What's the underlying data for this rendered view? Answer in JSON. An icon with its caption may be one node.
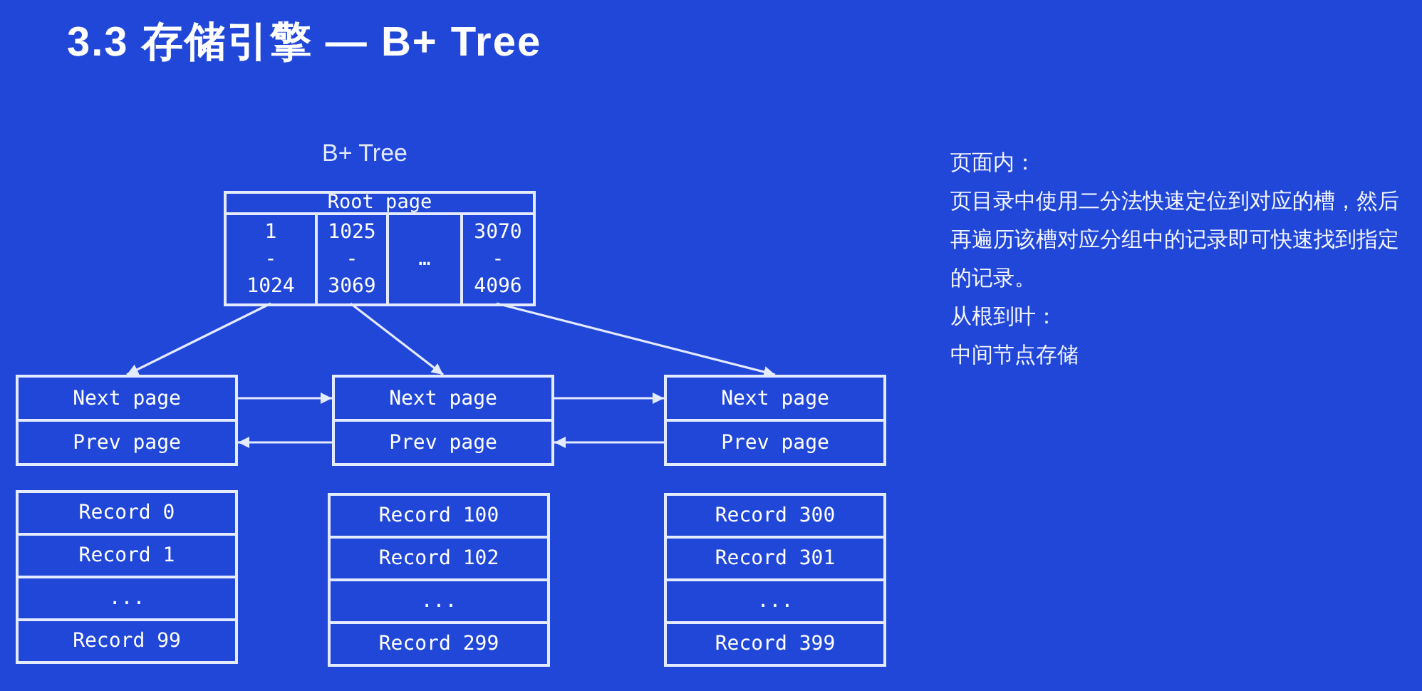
{
  "diagram": {
    "title": "3.3 存储引擎 — B+ Tree",
    "nodes": [
      {
        "text": [
          "Root page"
        ]
      },
      {
        "text": [
          "1",
          "-",
          "1024"
        ],
        "in": 0
      },
      {
        "text": [
          "1025",
          "-",
          "3069"
        ],
        "in": 0
      },
      {
        "text": [
          "…"
        ],
        "in": 0
      },
      {
        "text": [
          "3070",
          "-",
          "4096"
        ],
        "in": 0
      },
      {
        "text": [
          "Next page"
        ]
      },
      {
        "text": [
          "Prev page"
        ]
      },
      {
        "text": [
          "Record 0"
        ]
      },
      {
        "text": [
          "Record 1"
        ]
      },
      {
        "text": [
          "..."
        ]
      },
      {
        "text": [
          "Record 99"
        ]
      },
      {
        "text": [
          "Next page"
        ]
      },
      {
        "text": [
          "Prev page"
        ]
      },
      {
        "text": [
          "Record 100"
        ]
      },
      {
        "text": [
          "Record 102"
        ]
      },
      {
        "text": [
          "..."
        ]
      },
      {
        "text": [
          "Record 299"
        ]
      },
      {
        "text": [
          "Next page"
        ]
      },
      {
        "text": [
          "Prev page"
        ]
      },
      {
        "text": [
          "Record 300"
        ]
      },
      {
        "text": [
          "Record 301"
        ]
      },
      {
        "text": [
          "..."
        ]
      },
      {
        "text": [
          "Record 399"
        ]
      }
    ],
    "edges": [
      {
        "from": 1,
        "to": 5,
        "arrow": "to"
      },
      {
        "from": 2,
        "to": 11,
        "arrow": "to"
      },
      {
        "from": 4,
        "to": 17,
        "arrow": "to"
      },
      {
        "from": 5,
        "to": 11,
        "arrow": "to"
      },
      {
        "from": 11,
        "to": 17,
        "arrow": "to"
      },
      {
        "from": 12,
        "to": 6,
        "arrow": "to"
      },
      {
        "from": 18,
        "to": 12,
        "arrow": "to"
      }
    ],
    "labels": [
      "B+ Tree",
      "页面内：",
      "页目录中使用二分法快速定位到对应的槽，然后再遍历该槽对应分组中的记录即可快速找到指定的记录。",
      "从根到叶：",
      "中间节点存储"
    ]
  }
}
